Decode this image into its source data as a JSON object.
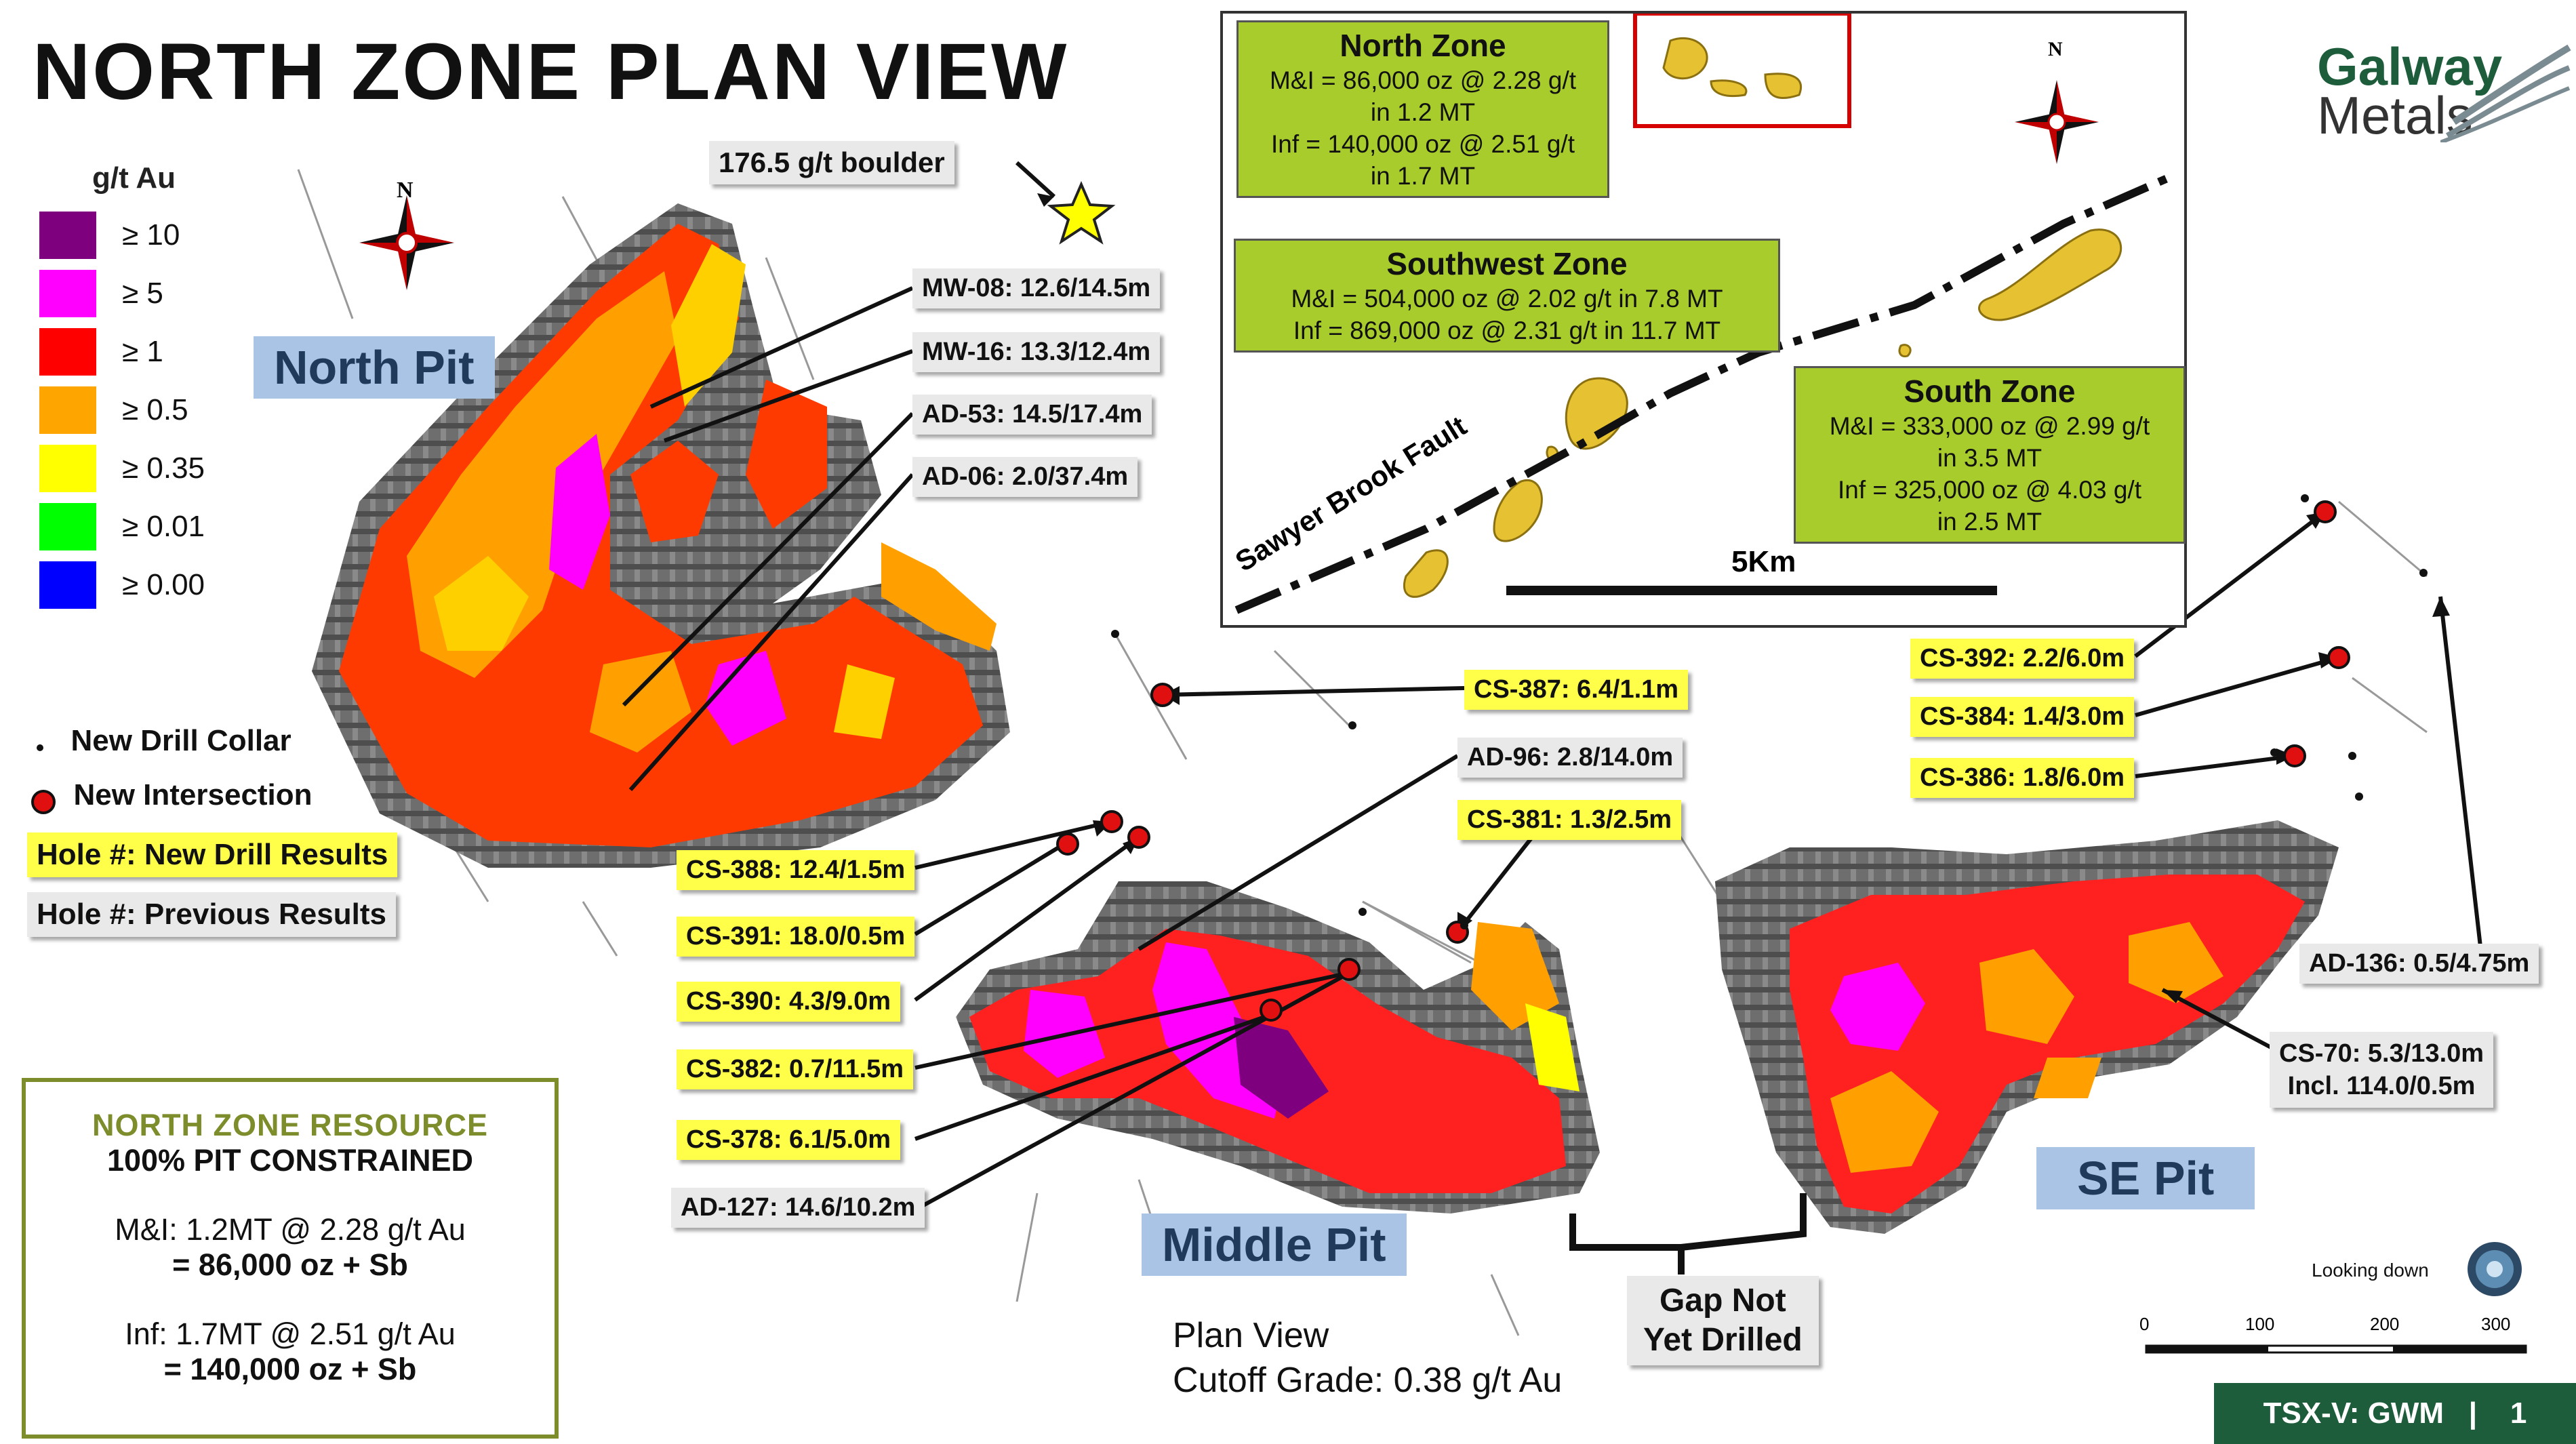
{
  "title": "NORTH ZONE PLAN VIEW",
  "legend": {
    "title": "g/t Au",
    "items": [
      {
        "label": "≥ 10",
        "color": "#7f007f"
      },
      {
        "label": "≥ 5",
        "color": "#ff00ff"
      },
      {
        "label": "≥ 1",
        "color": "#ff0000"
      },
      {
        "label": "≥ 0.5",
        "color": "#ffa500"
      },
      {
        "label": "≥ 0.35",
        "color": "#ffff00"
      },
      {
        "label": "≥ 0.01",
        "color": "#00ff00"
      },
      {
        "label": "≥ 0.00",
        "color": "#0000ff"
      }
    ]
  },
  "boulder_label": "176.5 g/t boulder",
  "pits": {
    "north": "North Pit",
    "middle": "Middle Pit",
    "se": "SE Pit"
  },
  "symbol_key": {
    "drill_collar": "New Drill Collar",
    "intersection": "New Intersection",
    "new_results": "Hole #: New Drill Results",
    "previous_results": "Hole #: Previous Results"
  },
  "callouts": {
    "mw08": "MW-08: 12.6/14.5m",
    "mw16": "MW-16: 13.3/12.4m",
    "ad53": "AD-53: 14.5/17.4m",
    "ad06": "AD-06: 2.0/37.4m",
    "cs387": "CS-387: 6.4/1.1m",
    "ad96": "AD-96: 2.8/14.0m",
    "cs381": "CS-381: 1.3/2.5m",
    "cs388": "CS-388: 12.4/1.5m",
    "cs391": "CS-391: 18.0/0.5m",
    "cs390": "CS-390: 4.3/9.0m",
    "cs382": "CS-382: 0.7/11.5m",
    "cs378": "CS-378: 6.1/5.0m",
    "ad127": "AD-127: 14.6/10.2m",
    "cs392": "CS-392: 2.2/6.0m",
    "cs384": "CS-384: 1.4/3.0m",
    "cs386": "CS-386: 1.8/6.0m",
    "ad136": "AD-136: 0.5/4.75m",
    "cs70_line1": "CS-70: 5.3/13.0m",
    "cs70_line2": "Incl. 114.0/0.5m"
  },
  "inset": {
    "north_zone": {
      "title": "North Zone",
      "mi_1": "M&I = 86,000 oz @ 2.28 g/t",
      "mi_2": "in 1.2 MT",
      "inf_1": "Inf = 140,000 oz @ 2.51 g/t",
      "inf_2": "in 1.7 MT"
    },
    "southwest_zone": {
      "title": "Southwest Zone",
      "mi": "M&I = 504,000 oz @ 2.02 g/t in 7.8 MT",
      "inf": "Inf  =  869,000 oz @ 2.31 g/t in 11.7 MT"
    },
    "south_zone": {
      "title": "South Zone",
      "mi_1": "M&I = 333,000 oz @ 2.99 g/t",
      "mi_2": "in 3.5 MT",
      "inf_1": "Inf  =  325,000 oz @ 4.03 g/t",
      "inf_2": "in 2.5 MT"
    },
    "fault_label": "Sawyer Brook Fault",
    "scale_label": "5Km"
  },
  "logo": {
    "line1": "Galway",
    "line2": "Metals"
  },
  "resource": {
    "heading": "NORTH ZONE RESOURCE",
    "subheading": "100% PIT CONSTRAINED",
    "mi_line": "M&I: 1.2MT @ 2.28 g/t Au",
    "mi_total": "= 86,000 oz + Sb",
    "inf_line": "Inf: 1.7MT @ 2.51 g/t Au",
    "inf_total": "= 140,000 oz + Sb"
  },
  "plan_view": "Plan View",
  "cutoff": "Cutoff Grade: 0.38 g/t Au",
  "gap_label_1": "Gap Not",
  "gap_label_2": "Yet Drilled",
  "looking_down": "Looking down",
  "scale_ticks": [
    "0",
    "100",
    "200",
    "300"
  ],
  "footer": "TSX-V: GWM   |    1",
  "north_letter": "N"
}
